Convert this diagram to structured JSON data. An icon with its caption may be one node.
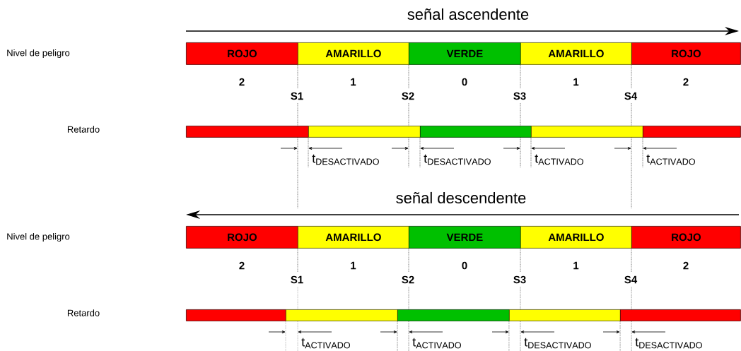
{
  "diagram": {
    "nodes": [
      {
        "text": [
          "ROJO"
        ]
      },
      {
        "text": [
          "AMARILLO"
        ]
      },
      {
        "text": [
          "VERDE"
        ]
      },
      {
        "text": [
          "AMARILLO"
        ]
      },
      {
        "text": [
          "ROJO"
        ]
      },
      {
        "text": [],
        "shape": "bar"
      },
      {
        "text": [],
        "shape": "bar"
      },
      {
        "text": [],
        "shape": "bar"
      },
      {
        "text": [],
        "shape": "bar"
      },
      {
        "text": [],
        "shape": "bar"
      },
      {
        "text": [
          "ROJO"
        ]
      },
      {
        "text": [
          "AMARILLO"
        ]
      },
      {
        "text": [
          "VERDE"
        ]
      },
      {
        "text": [
          "AMARILLO"
        ]
      },
      {
        "text": [
          "ROJO"
        ]
      },
      {
        "text": [],
        "shape": "bar"
      },
      {
        "text": [],
        "shape": "bar"
      },
      {
        "text": [],
        "shape": "bar"
      },
      {
        "text": [],
        "shape": "bar"
      },
      {
        "text": [],
        "shape": "bar"
      }
    ],
    "labels": [
      "señal ascendente",
      "Nivel de peligro",
      "2",
      "1",
      "0",
      "1",
      "2",
      "S1",
      "S2",
      "S3",
      "S4",
      "Retardo",
      "\\mathrm{t}_{\\mathrm{DESACTIVADO}}",
      "\\mathrm{t}_{\\mathrm{DESACTIVADO}}",
      "\\mathrm{t}_{\\mathrm{ACTIVADO}}",
      "\\mathrm{t}_{\\mathrm{ACTIVADO}}",
      "señal descendente",
      "Nivel de peligro",
      "2",
      "1",
      "0",
      "1",
      "2",
      "S1",
      "S2",
      "S3",
      "S4",
      "Retardo",
      "\\mathrm{t}_{\\mathrm{ACTIVADO}}",
      "\\mathrm{t}_{\\mathrm{ACTIVADO}}",
      "\\mathrm{t}_{\\mathrm{DESACTIVADO}}",
      "\\mathrm{t}_{\\mathrm{DESACTIVADO}}"
    ]
  }
}
